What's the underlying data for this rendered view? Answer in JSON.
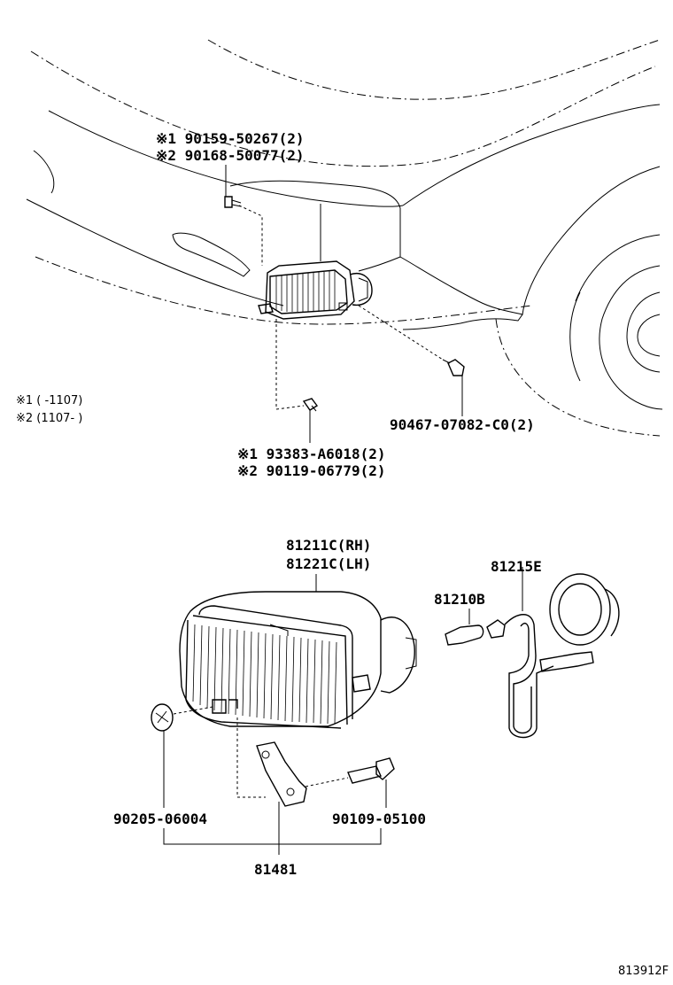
{
  "top": {
    "screw": {
      "line1": "※1 90159-50267(2)",
      "line2": "※2 90168-50077(2)"
    },
    "bolt": {
      "line1": "※1 93383-A6018(2)",
      "line2": "※2 90119-06779(2)"
    },
    "clip": "90467-07082-C0(2)",
    "legend": {
      "line1": "※1 (     -1107)",
      "line2": "※2 (1107-     )"
    }
  },
  "bottom": {
    "lamp": {
      "line1": "81211C(RH)",
      "line2": "81221C(LH)"
    },
    "bulb": "81210B",
    "socket": "81215E",
    "grommet": "90205-06004",
    "bracket_bolt": "90109-05100",
    "bracket": "81481"
  },
  "figure_code": "813912F"
}
